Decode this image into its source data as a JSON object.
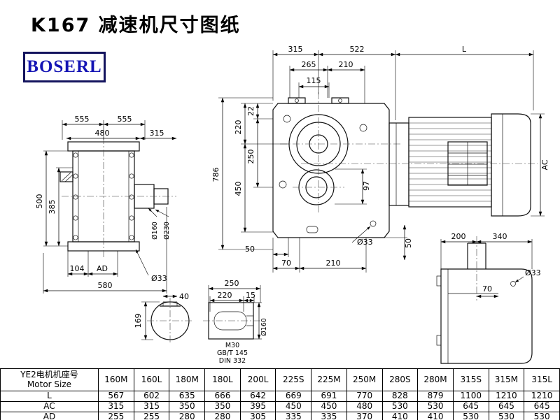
{
  "page": {
    "title": "K167 减速机尺寸图纸",
    "logo": "BOSERL"
  },
  "dims": {
    "d315": "315",
    "d522": "522",
    "dL": "L",
    "d265": "265",
    "d210t": "210",
    "d115": "115",
    "d22": "22",
    "d220": "220",
    "d250v": "250",
    "d450": "450",
    "d786": "786",
    "d97": "97",
    "d50a": "50",
    "d70": "70",
    "d210b": "210",
    "d33a": "Ø33",
    "d50b": "50",
    "dAC": "AC",
    "d555a": "555",
    "d555b": "555",
    "d480": "480",
    "d315l": "315",
    "d385": "385",
    "d500": "500",
    "d104": "104",
    "dAD": "AD",
    "d580": "580",
    "d160a": "Ø160",
    "d230": "Ø230",
    "d33b": "Ø33",
    "d40": "40",
    "d169": "169",
    "d250s": "250",
    "d220s": "220",
    "d15": "15",
    "m30": "M30",
    "gbt": "GB/T 145",
    "din": "DIN 332",
    "d160b": "Ø160",
    "d200": "200",
    "d340": "340",
    "d70r": "70",
    "d33c": "Ø33"
  },
  "table": {
    "header": {
      "line1": "YE2电机机座号",
      "line2": "Motor Size"
    },
    "columns": [
      "160M",
      "160L",
      "180M",
      "180L",
      "200L",
      "225S",
      "225M",
      "250M",
      "280S",
      "280M",
      "315S",
      "315M",
      "315L"
    ],
    "rows": [
      {
        "label": "L",
        "values": [
          567,
          602,
          635,
          666,
          642,
          669,
          691,
          770,
          828,
          879,
          1100,
          1210,
          1210
        ]
      },
      {
        "label": "AC",
        "values": [
          315,
          315,
          350,
          350,
          395,
          450,
          450,
          480,
          530,
          530,
          645,
          645,
          645
        ]
      },
      {
        "label": "AD",
        "values": [
          255,
          255,
          280,
          280,
          305,
          335,
          335,
          370,
          410,
          410,
          530,
          530,
          530
        ]
      }
    ]
  }
}
